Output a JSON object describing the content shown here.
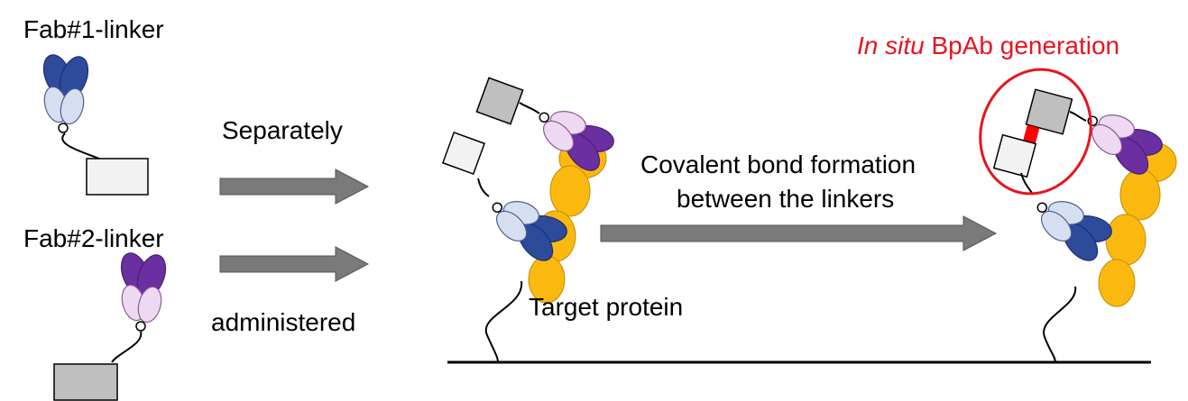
{
  "labels": {
    "fab1": "Fab#1-linker",
    "fab2": "Fab#2-linker",
    "separately": "Separately",
    "administered": "administered",
    "covalent_line1": "Covalent bond formation",
    "covalent_line2": "between the linkers",
    "target_protein": "Target protein",
    "insitu_italic": "In situ",
    "insitu_rest": " BpAb generation"
  },
  "colors": {
    "fab1_dark": "#2e4a9b",
    "fab1_light": "#d6dff2",
    "fab2_dark": "#6a2fa0",
    "fab2_light": "#eed9f3",
    "target": "#fbb90f",
    "arrow": "#7a7a7a",
    "linker1_box": "#f2f2f2",
    "linker2_box": "#bfbfbf",
    "highlight": "#e8141e",
    "covalent_bond": "#ff0000"
  }
}
